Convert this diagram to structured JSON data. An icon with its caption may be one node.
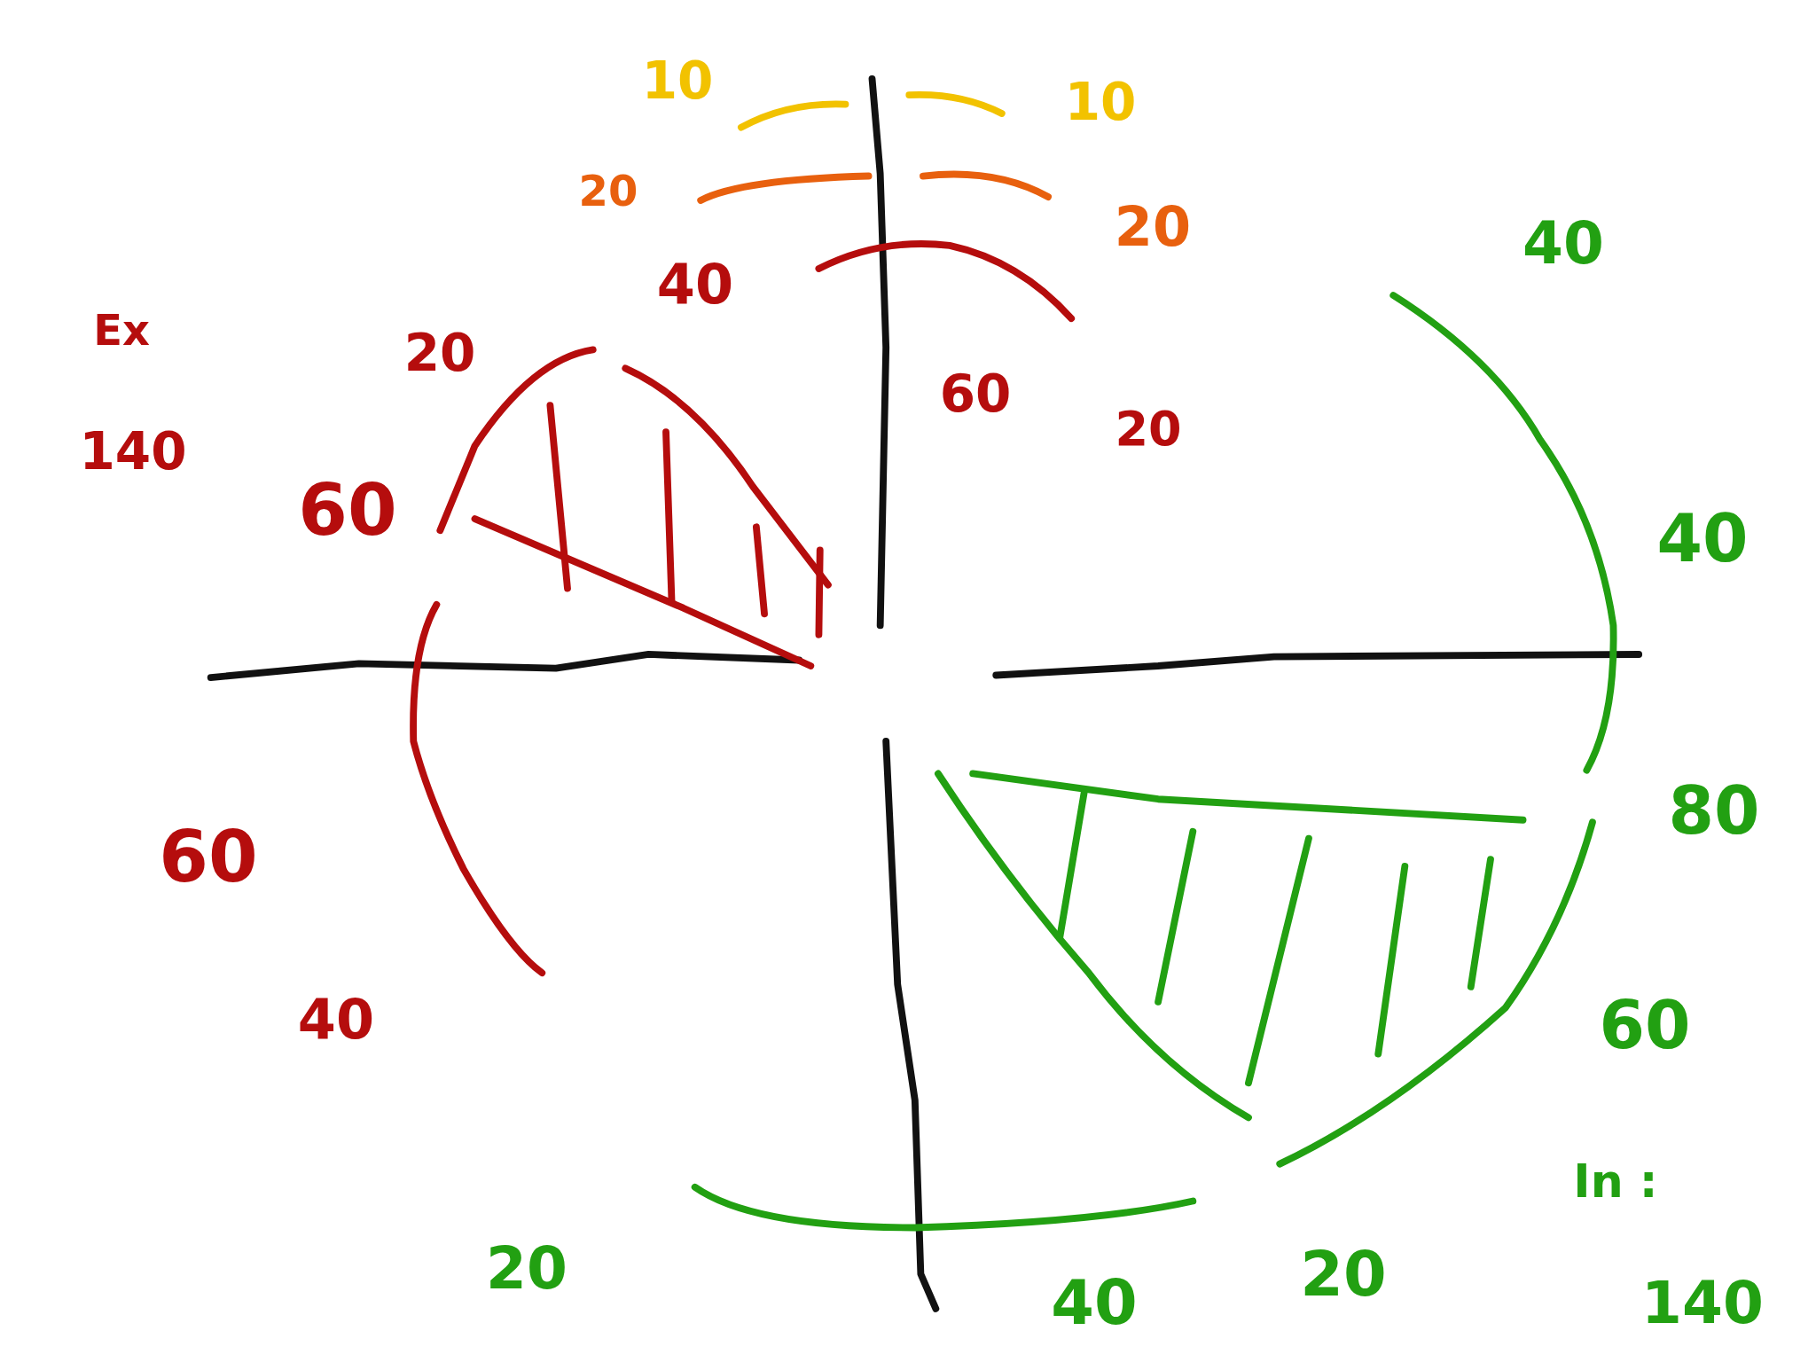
{
  "diagram": {
    "labels": [
      "10",
      "10",
      "20",
      "20",
      "40",
      "40",
      "Ex",
      "20",
      "60",
      "20",
      "140",
      "60",
      "40",
      "80",
      "60",
      "40",
      "60",
      "In :",
      "20",
      "20",
      "40",
      "140"
    ]
  }
}
